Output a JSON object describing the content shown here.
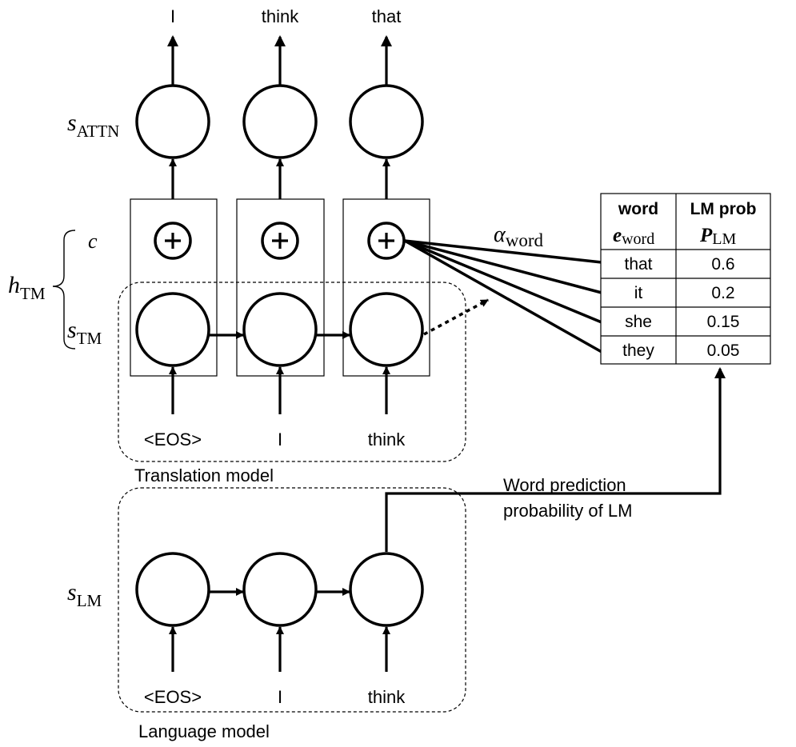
{
  "outputs": [
    "I",
    "think",
    "that"
  ],
  "tm_inputs": [
    "<EOS>",
    "I",
    "think"
  ],
  "lm_inputs": [
    "<EOS>",
    "I",
    "think"
  ],
  "labels": {
    "s_attn": {
      "base": "s",
      "sub": "ATTN"
    },
    "c": "c",
    "h_tm": {
      "base": "h",
      "sub": "TM"
    },
    "s_tm": {
      "base": "s",
      "sub": "TM"
    },
    "s_lm": {
      "base": "s",
      "sub": "LM"
    },
    "alpha": {
      "base": "α",
      "sub": "word"
    },
    "plus": "+"
  },
  "regions": {
    "translation_model": "Translation model",
    "language_model": "Language model"
  },
  "lm_annotation": [
    "Word prediction",
    "probability of LM"
  ],
  "table": {
    "headers": [
      {
        "line1": "word",
        "sym": "e",
        "sub": "word"
      },
      {
        "line1": "LM prob",
        "sym": "P",
        "sub": "LM"
      }
    ],
    "rows": [
      {
        "word": "that",
        "prob": "0.6"
      },
      {
        "word": "it",
        "prob": "0.2"
      },
      {
        "word": "she",
        "prob": "0.15"
      },
      {
        "word": "they",
        "prob": "0.05"
      }
    ]
  }
}
